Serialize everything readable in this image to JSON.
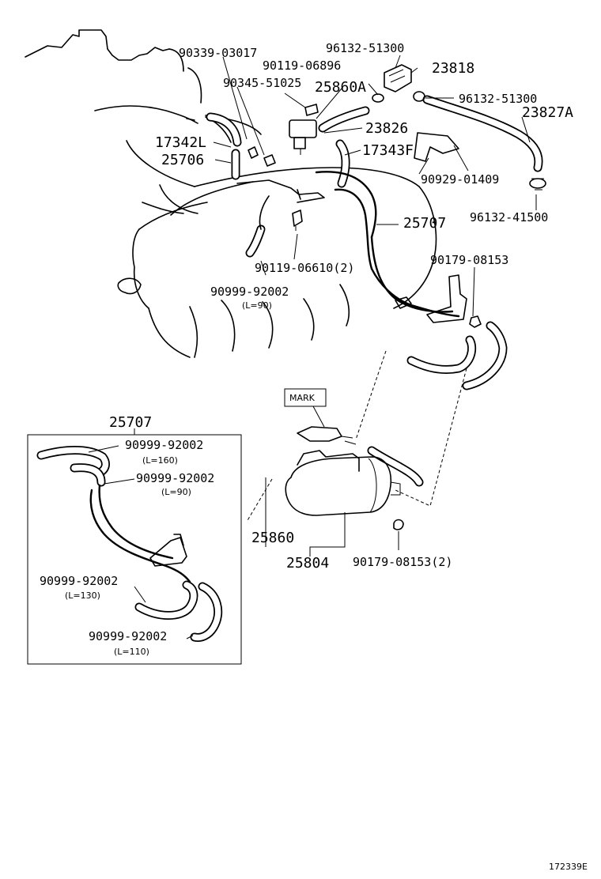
{
  "labels": {
    "p90339": "90339-03017",
    "p90119a": "90119-06896",
    "p96132a": "96132-51300",
    "p23818": "23818",
    "p90345": "90345-51025",
    "p25860A": "25860A",
    "p96132b": "96132-51300",
    "p23827A": "23827A",
    "p17342L": "17342L",
    "p23826": "23826",
    "p17343F": "17343F",
    "p25706": "25706",
    "p90929": "90929-01409",
    "p96132c": "96132-41500",
    "p25707": "25707",
    "p90179a": "90179-08153",
    "p90119b": "90119-06610(2)",
    "p90999a": "90999-92002",
    "p90999a_len": "(L=90)",
    "mark": "MARK",
    "p25860": "25860",
    "p25804": "25804",
    "p90179b": "90179-08153(2)",
    "footer_code": "172339E"
  },
  "inset": {
    "title": "25707",
    "h1": "90999-92002",
    "h1_len": "(L=160)",
    "h2": "90999-92002",
    "h2_len": "(L=90)",
    "h3": "90999-92002",
    "h3_len": "(L=130)",
    "h4": "90999-92002",
    "h4_len": "(L=110)"
  }
}
